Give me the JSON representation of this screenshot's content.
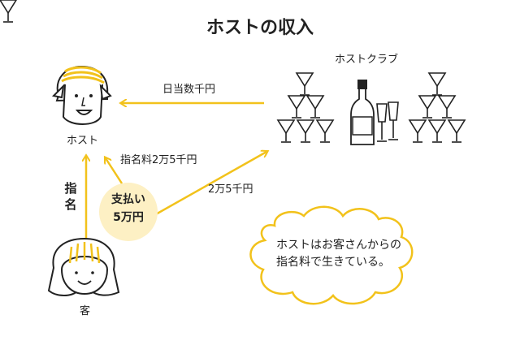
{
  "title": "ホストの収入",
  "labels": {
    "club": "ホストクラブ",
    "host": "ホスト",
    "customer": "客",
    "daily_pay": "日当数千円",
    "nomination_fee": "指名料2万5千円",
    "to_club": "2万5千円",
    "nomination": "指名"
  },
  "payment_badge": {
    "line1": "支払い",
    "line2": "5万円"
  },
  "speech_bubble": {
    "text": "ホストはお客さんからの指名料で生きている。"
  },
  "colors": {
    "accent": "#f2c21b",
    "badge_fill": "#fdf0c4",
    "ink": "#222222"
  }
}
